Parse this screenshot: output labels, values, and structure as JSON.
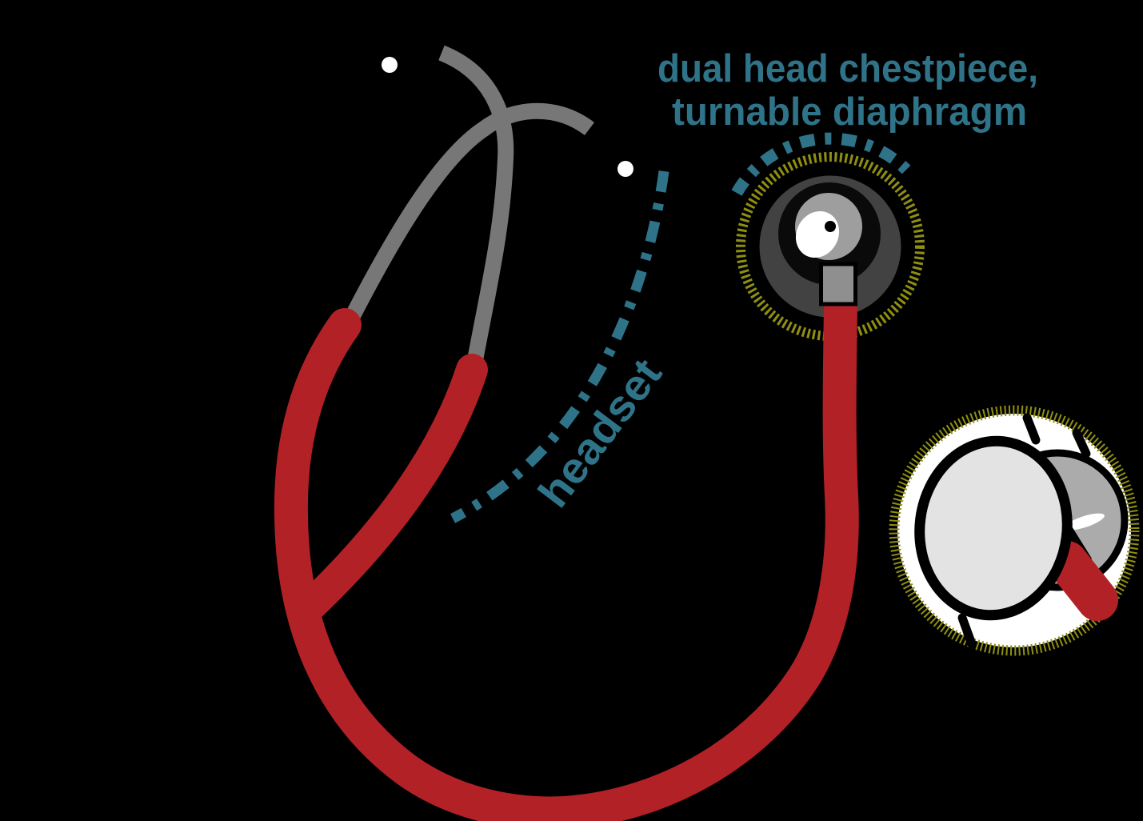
{
  "labels": {
    "chestpiece_line1": "dual head chestpiece,",
    "chestpiece_line2": "turnable diaphragm",
    "headset": "headset"
  },
  "colors": {
    "background": "#000000",
    "label_teal": "#2f7389",
    "tubing_red": "#b22126",
    "ear_tube_gray": "#777777",
    "chestpiece_dark_gray": "#424242",
    "chestpiece_inner_black": "#0a0a0a",
    "chestpiece_light_gray": "#9e9e9e",
    "stem_gray": "#8f8f8f",
    "accent_olive": "#8f8f10",
    "diaphragm_gray": "#e3e3e3",
    "bell_gray": "#ababab",
    "highlight_white": "#ffffff",
    "outline_black": "#000000"
  }
}
